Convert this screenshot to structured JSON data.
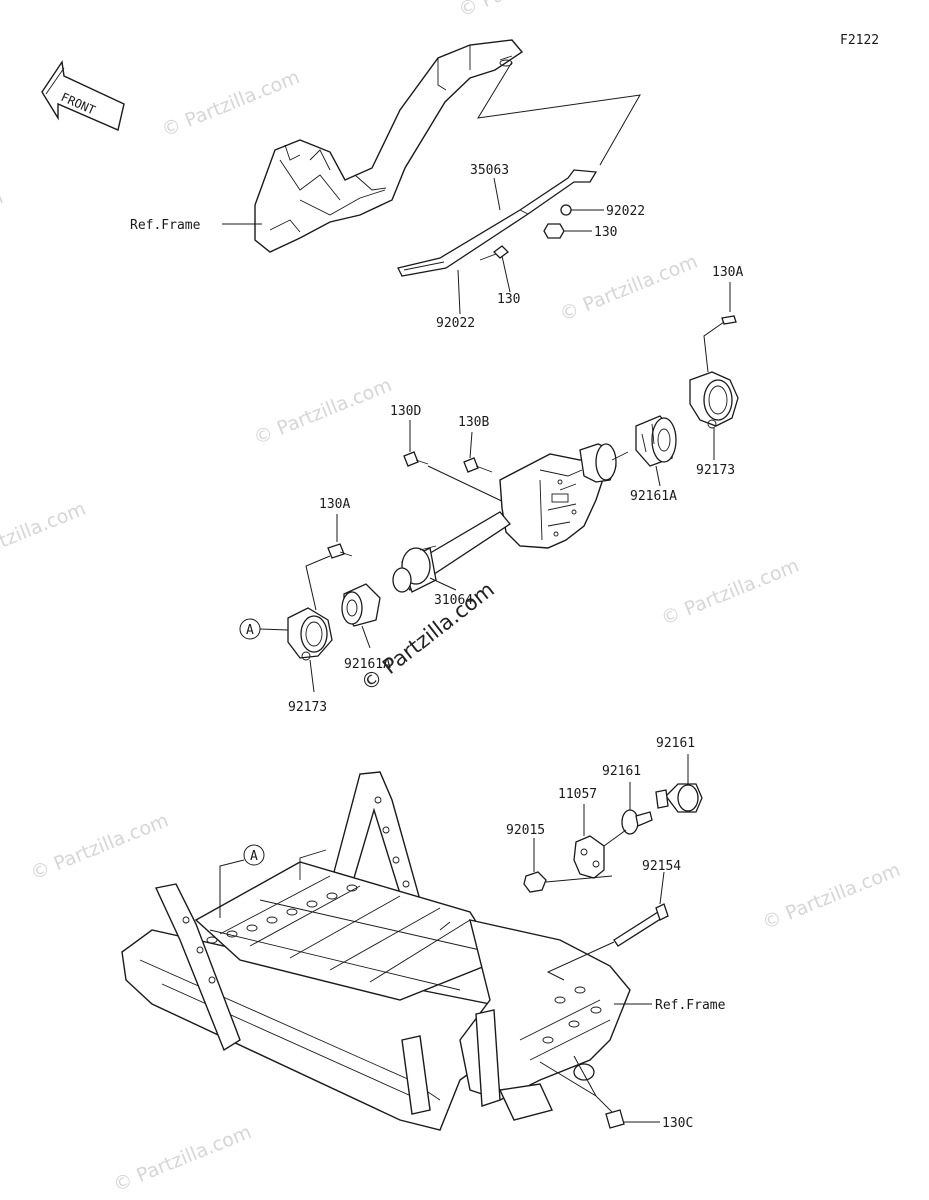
{
  "figure_code": "F2122",
  "front_arrow_text": "FRONT",
  "watermark_text": "© Partzilla.com",
  "center_watermark_text": "© Partzilla.com",
  "callouts": {
    "ref_frame_top": "Ref.Frame",
    "ref_frame_bottom": "Ref.Frame",
    "c35063": "35063",
    "c92022_right": "92022",
    "c130_right": "130",
    "c130_left": "130",
    "c92022_left": "92022",
    "c130A_right": "130A",
    "c92173_right": "92173",
    "c130D": "130D",
    "c130B": "130B",
    "c92161A": "92161A",
    "c130A_left": "130A",
    "c31064": "31064",
    "c92161A_left": "92161A",
    "c92173_left": "92173",
    "cA_upper": "A",
    "cA_lower": "A",
    "c92161_top": "92161",
    "c92161_mid": "92161",
    "c11057": "11057",
    "c92015": "92015",
    "c92154": "92154",
    "c130C": "130C"
  }
}
